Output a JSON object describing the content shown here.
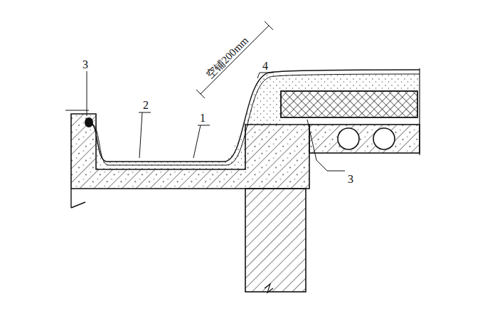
{
  "diagram": {
    "labels": [
      "3",
      "2",
      "1",
      "空铺200mm",
      "4",
      "3"
    ]
  }
}
